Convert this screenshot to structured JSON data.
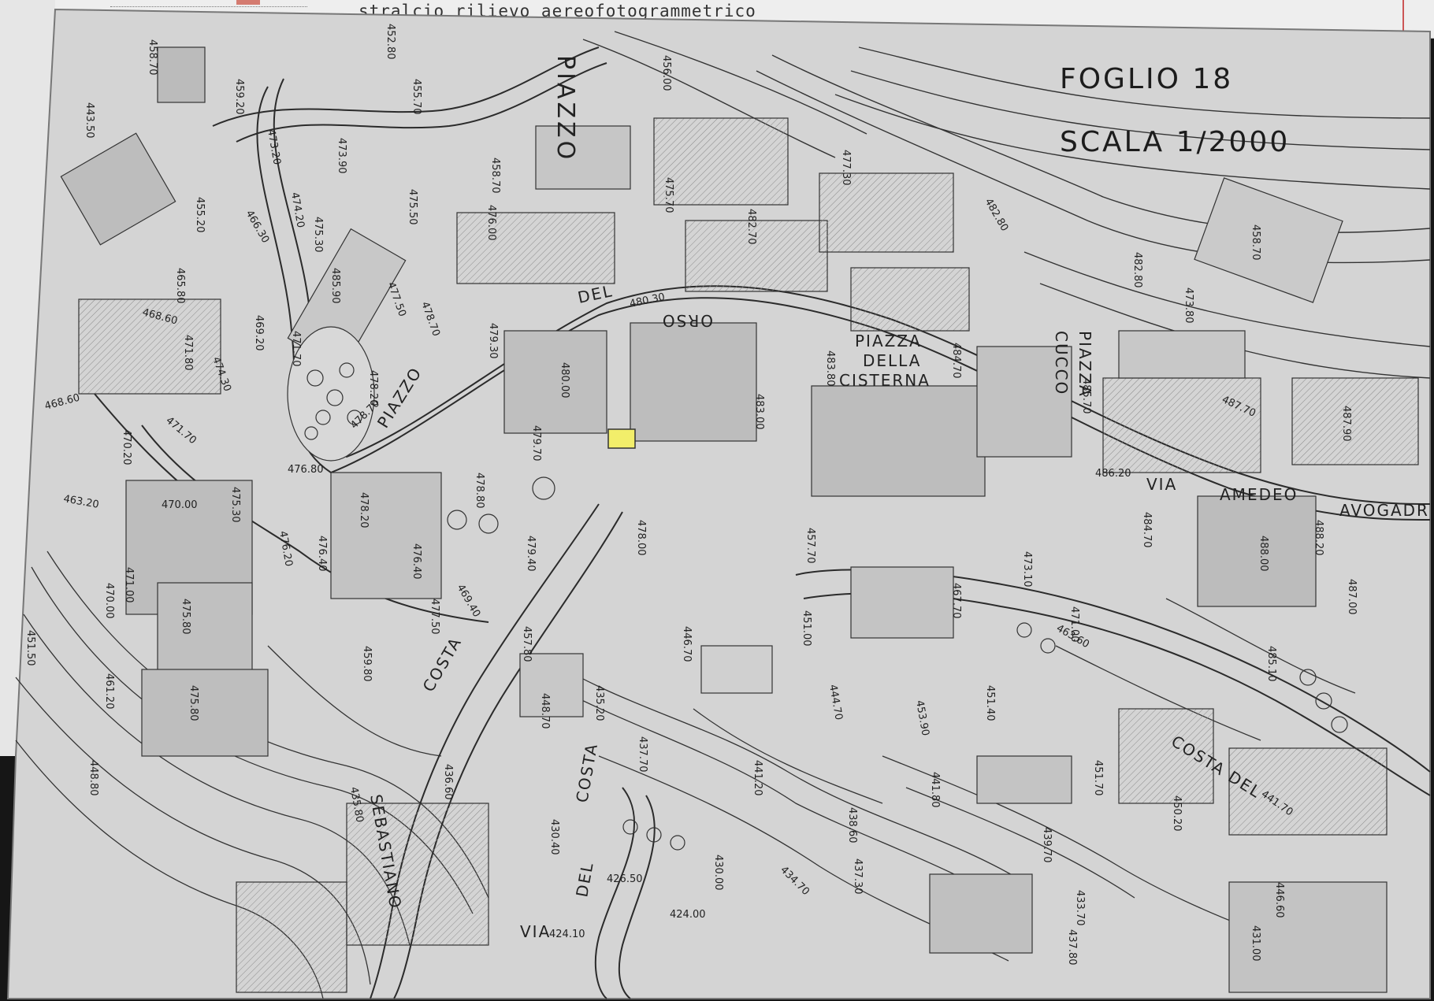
{
  "header": {
    "caption": "stralcio rilievo aereofotogrammetrico"
  },
  "map": {
    "sheet_label": "FOGLIO 18",
    "scale_label": "SCALA 1/2000",
    "streets": [
      {
        "id": "piazzo-top",
        "text": "PIAZZO"
      },
      {
        "id": "piazzo-diag",
        "text": "PIAZZO"
      },
      {
        "id": "del",
        "text": "DEL"
      },
      {
        "id": "orso",
        "text": "ORSO"
      },
      {
        "id": "piazza-cisterna-1",
        "text": "PIAZZA"
      },
      {
        "id": "piazza-cisterna-2",
        "text": "DELLA"
      },
      {
        "id": "piazza-cisterna-3",
        "text": "CISTERNA"
      },
      {
        "id": "piazza-cucco-1",
        "text": "PIAZZA"
      },
      {
        "id": "piazza-cucco-2",
        "text": "CUCCO"
      },
      {
        "id": "via",
        "text": "VIA"
      },
      {
        "id": "amedeo",
        "text": "AMEDEO"
      },
      {
        "id": "avogadro",
        "text": "AVOGADR"
      },
      {
        "id": "costa-1",
        "text": "COSTA"
      },
      {
        "id": "costa-2",
        "text": "COSTA"
      },
      {
        "id": "costa-del",
        "text": "COSTA DEL"
      },
      {
        "id": "del-2",
        "text": "DEL"
      },
      {
        "id": "sebastiano",
        "text": "SEBASTIANO"
      },
      {
        "id": "via-bottom",
        "text": "VIA"
      }
    ],
    "elevations": [
      {
        "id": "e1",
        "text": "458.70"
      },
      {
        "id": "e2",
        "text": "443.50"
      },
      {
        "id": "e3",
        "text": "455.20"
      },
      {
        "id": "e4",
        "text": "466.30"
      },
      {
        "id": "e5",
        "text": "459.20"
      },
      {
        "id": "e6",
        "text": "452.80"
      },
      {
        "id": "e7",
        "text": "455.70"
      },
      {
        "id": "e8",
        "text": "456.00"
      },
      {
        "id": "e9",
        "text": "473.20"
      },
      {
        "id": "e10",
        "text": "473.90"
      },
      {
        "id": "e11",
        "text": "474.20"
      },
      {
        "id": "e12",
        "text": "475.30"
      },
      {
        "id": "e13",
        "text": "485.90"
      },
      {
        "id": "e14",
        "text": "475.50"
      },
      {
        "id": "e15",
        "text": "458.70"
      },
      {
        "id": "e16",
        "text": "476.00"
      },
      {
        "id": "e17",
        "text": "475.70"
      },
      {
        "id": "e18",
        "text": "482.70"
      },
      {
        "id": "e19",
        "text": "477.30"
      },
      {
        "id": "e20",
        "text": "482.80"
      },
      {
        "id": "e21",
        "text": "482.80"
      },
      {
        "id": "e22",
        "text": "473.80"
      },
      {
        "id": "e23",
        "text": "458.70"
      },
      {
        "id": "e24",
        "text": "465.80"
      },
      {
        "id": "e25",
        "text": "468.60"
      },
      {
        "id": "e26",
        "text": "471.80"
      },
      {
        "id": "e27",
        "text": "474.30"
      },
      {
        "id": "e28",
        "text": "469.20"
      },
      {
        "id": "e29",
        "text": "471.70"
      },
      {
        "id": "e30",
        "text": "477.50"
      },
      {
        "id": "e31",
        "text": "478.70"
      },
      {
        "id": "e32",
        "text": "479.30"
      },
      {
        "id": "e33",
        "text": "480.30"
      },
      {
        "id": "e34",
        "text": "483.80"
      },
      {
        "id": "e35",
        "text": "484.70"
      },
      {
        "id": "e36",
        "text": "485.70"
      },
      {
        "id": "e37",
        "text": "487.70"
      },
      {
        "id": "e38",
        "text": "487.90"
      },
      {
        "id": "e39",
        "text": "468.60"
      },
      {
        "id": "e40",
        "text": "471.70"
      },
      {
        "id": "e41",
        "text": "470.20"
      },
      {
        "id": "e42",
        "text": "476.80"
      },
      {
        "id": "e43",
        "text": "478.20"
      },
      {
        "id": "e44",
        "text": "478.70"
      },
      {
        "id": "e45",
        "text": "480.00"
      },
      {
        "id": "e46",
        "text": "479.70"
      },
      {
        "id": "e47",
        "text": "478.80"
      },
      {
        "id": "e48",
        "text": "483.00"
      },
      {
        "id": "e49",
        "text": "486.20"
      },
      {
        "id": "e50",
        "text": "484.70"
      },
      {
        "id": "e51",
        "text": "488.20"
      },
      {
        "id": "e52",
        "text": "488.00"
      },
      {
        "id": "e53",
        "text": "487.00"
      },
      {
        "id": "e54",
        "text": "485.10"
      },
      {
        "id": "e55",
        "text": "463.20"
      },
      {
        "id": "e56",
        "text": "470.00"
      },
      {
        "id": "e57",
        "text": "475.30"
      },
      {
        "id": "e58",
        "text": "476.20"
      },
      {
        "id": "e59",
        "text": "476.40"
      },
      {
        "id": "e60",
        "text": "478.20"
      },
      {
        "id": "e61",
        "text": "476.40"
      },
      {
        "id": "e62",
        "text": "479.40"
      },
      {
        "id": "e63",
        "text": "478.00"
      },
      {
        "id": "e64",
        "text": "457.70"
      },
      {
        "id": "e65",
        "text": "473.10"
      },
      {
        "id": "e66",
        "text": "471.00"
      },
      {
        "id": "e67",
        "text": "471.00"
      },
      {
        "id": "e68",
        "text": "475.80"
      },
      {
        "id": "e69",
        "text": "475.80"
      },
      {
        "id": "e70",
        "text": "477.50"
      },
      {
        "id": "e71",
        "text": "469.40"
      },
      {
        "id": "e72",
        "text": "457.80"
      },
      {
        "id": "e73",
        "text": "446.70"
      },
      {
        "id": "e74",
        "text": "451.00"
      },
      {
        "id": "e75",
        "text": "467.70"
      },
      {
        "id": "e76",
        "text": "463.60"
      },
      {
        "id": "e77",
        "text": "459.80"
      },
      {
        "id": "e78",
        "text": "461.20"
      },
      {
        "id": "e79",
        "text": "470.00"
      },
      {
        "id": "e80",
        "text": "451.50"
      },
      {
        "id": "e81",
        "text": "448.80"
      },
      {
        "id": "e82",
        "text": "448.70"
      },
      {
        "id": "e83",
        "text": "435.20"
      },
      {
        "id": "e84",
        "text": "437.70"
      },
      {
        "id": "e85",
        "text": "444.70"
      },
      {
        "id": "e86",
        "text": "453.90"
      },
      {
        "id": "e87",
        "text": "451.40"
      },
      {
        "id": "e88",
        "text": "441.20"
      },
      {
        "id": "e89",
        "text": "441.80"
      },
      {
        "id": "e90",
        "text": "451.70"
      },
      {
        "id": "e91",
        "text": "436.60"
      },
      {
        "id": "e92",
        "text": "435.80"
      },
      {
        "id": "e93",
        "text": "430.40"
      },
      {
        "id": "e94",
        "text": "426.50"
      },
      {
        "id": "e95",
        "text": "430.00"
      },
      {
        "id": "e96",
        "text": "424.00"
      },
      {
        "id": "e97",
        "text": "424.10"
      },
      {
        "id": "e98",
        "text": "438.60"
      },
      {
        "id": "e99",
        "text": "437.30"
      },
      {
        "id": "e100",
        "text": "434.70"
      },
      {
        "id": "e101",
        "text": "439.70"
      },
      {
        "id": "e102",
        "text": "433.70"
      },
      {
        "id": "e103",
        "text": "437.80"
      },
      {
        "id": "e104",
        "text": "450.20"
      },
      {
        "id": "e105",
        "text": "446.60"
      },
      {
        "id": "e106",
        "text": "431.00"
      },
      {
        "id": "e107",
        "text": "441.70"
      }
    ],
    "colors": {
      "paper": "#d6d6d6",
      "ink": "#2a2a2a",
      "highlight": "#f2ee6a",
      "background": "#161616"
    }
  }
}
